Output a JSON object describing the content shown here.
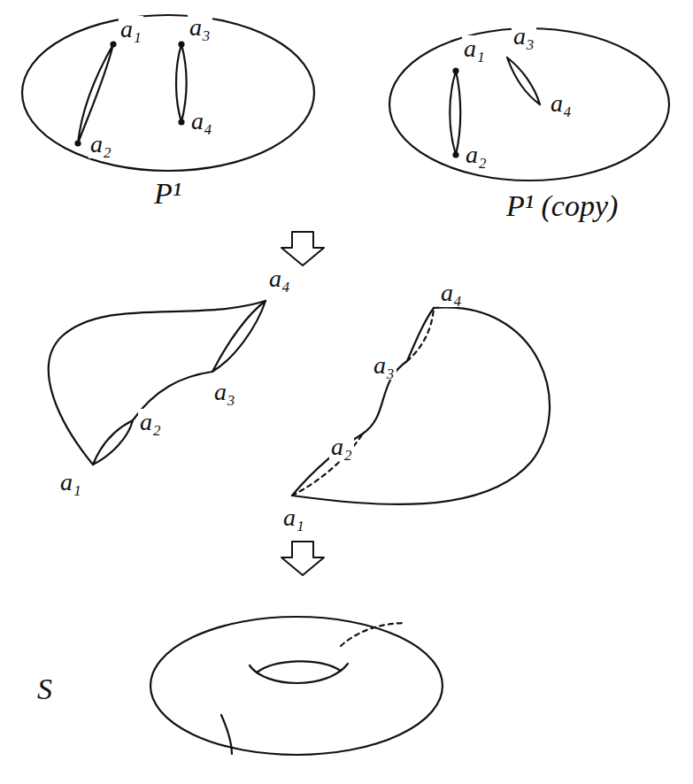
{
  "diagram": {
    "labels": [
      "a₁",
      "a₃",
      "a₂",
      "a₄",
      "P¹",
      "a₁",
      "a₃",
      "a₂",
      "a₄",
      "P¹ (copy)",
      "a₄",
      "a₃",
      "a₂",
      "a₁",
      "a₄",
      "a₃",
      "a₂",
      "a₁",
      "S"
    ]
  }
}
